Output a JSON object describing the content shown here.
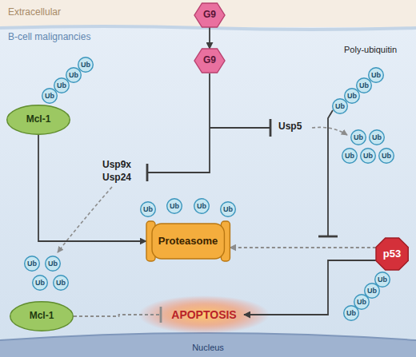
{
  "diagram": {
    "nodes": [
      {
        "text": [
          "Extracellular"
        ]
      },
      {
        "text": [
          "G9"
        ]
      },
      {
        "text": [
          "B-cell malignancies"
        ]
      },
      {
        "text": [
          "G9"
        ],
        "in": 2
      },
      {
        "text": [
          "Ub"
        ],
        "in": 2
      },
      {
        "text": [
          "Ub"
        ],
        "in": 2
      },
      {
        "text": [
          "Ub"
        ],
        "in": 2
      },
      {
        "text": [
          "Ub"
        ],
        "in": 2
      },
      {
        "text": [
          "Mcl-1"
        ],
        "in": 2
      },
      {
        "text": [
          "Ub"
        ],
        "in": 2
      },
      {
        "text": [
          "Ub"
        ],
        "in": 2
      },
      {
        "text": [
          "Ub"
        ],
        "in": 2
      },
      {
        "text": [
          "Ub"
        ],
        "in": 2
      },
      {
        "text": [
          "Ub"
        ],
        "in": 2
      },
      {
        "text": [
          "Ub"
        ],
        "in": 2
      },
      {
        "text": [
          "Ub"
        ],
        "in": 2
      },
      {
        "text": [
          "Ub"
        ],
        "in": 2
      },
      {
        "text": [
          "Ub"
        ],
        "in": 2
      },
      {
        "text": [
          "Ub"
        ],
        "in": 2
      },
      {
        "text": [
          "Ub"
        ],
        "in": 2
      },
      {
        "text": [
          "Ub"
        ],
        "in": 2
      },
      {
        "text": [
          "Ub"
        ],
        "in": 2
      },
      {
        "text": [
          "Proteasome"
        ],
        "in": 2
      },
      {
        "text": [
          "p53"
        ],
        "in": 2
      },
      {
        "text": [
          "Ub"
        ],
        "in": 2
      },
      {
        "text": [
          "Ub"
        ],
        "in": 2
      },
      {
        "text": [
          "Ub"
        ],
        "in": 2
      },
      {
        "text": [
          "Ub"
        ],
        "in": 2
      },
      {
        "text": [
          "Ub"
        ],
        "in": 2
      },
      {
        "text": [
          "Ub"
        ],
        "in": 2
      },
      {
        "text": [
          "Ub"
        ],
        "in": 2
      },
      {
        "text": [
          "Ub"
        ],
        "in": 2
      },
      {
        "text": [
          "Mcl-1"
        ],
        "in": 2
      },
      {
        "text": [
          "APOPTOSIS"
        ],
        "in": 2
      },
      {
        "text": [
          "Nucleus"
        ]
      }
    ],
    "edges": [
      {
        "from": 1,
        "to": 3,
        "arrow": "to"
      },
      {
        "from": 8,
        "to": 22,
        "arrow": "to"
      },
      {
        "from": 23,
        "to": 22,
        "arrow": "to"
      },
      {
        "from": 23,
        "to": 33,
        "arrow": "to"
      },
      {
        "from": 32,
        "to": 33,
        "arrow": "none"
      }
    ],
    "labels": [
      "Usp9x",
      "Usp24",
      "Usp5",
      "Poly-ubiquitin"
    ]
  }
}
